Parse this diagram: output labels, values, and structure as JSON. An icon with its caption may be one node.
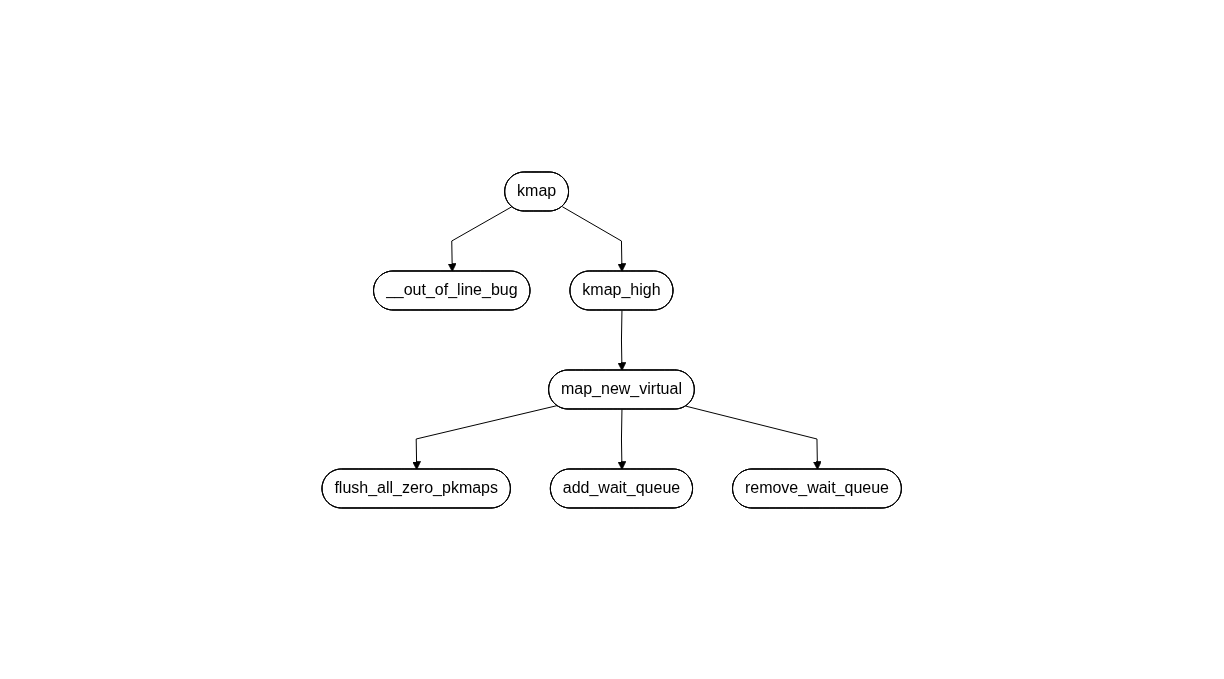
{
  "diagram": {
    "nodes": [
      {
        "text": [
          "kmap"
        ]
      },
      {
        "text": [
          "__out_of_line_bug"
        ]
      },
      {
        "text": [
          "kmap_high"
        ]
      },
      {
        "text": [
          "map_new_virtual"
        ]
      },
      {
        "text": [
          "flush_all_zero_pkmaps"
        ]
      },
      {
        "text": [
          "add_wait_queue"
        ]
      },
      {
        "text": [
          "remove_wait_queue"
        ]
      }
    ],
    "edges": [
      {
        "from": 0,
        "to": 1,
        "arrow": "to"
      },
      {
        "from": 0,
        "to": 2,
        "arrow": "to"
      },
      {
        "from": 2,
        "to": 3,
        "arrow": "to"
      },
      {
        "from": 3,
        "to": 4,
        "arrow": "to"
      },
      {
        "from": 3,
        "to": 5,
        "arrow": "to"
      },
      {
        "from": 3,
        "to": 6,
        "arrow": "to"
      }
    ]
  }
}
